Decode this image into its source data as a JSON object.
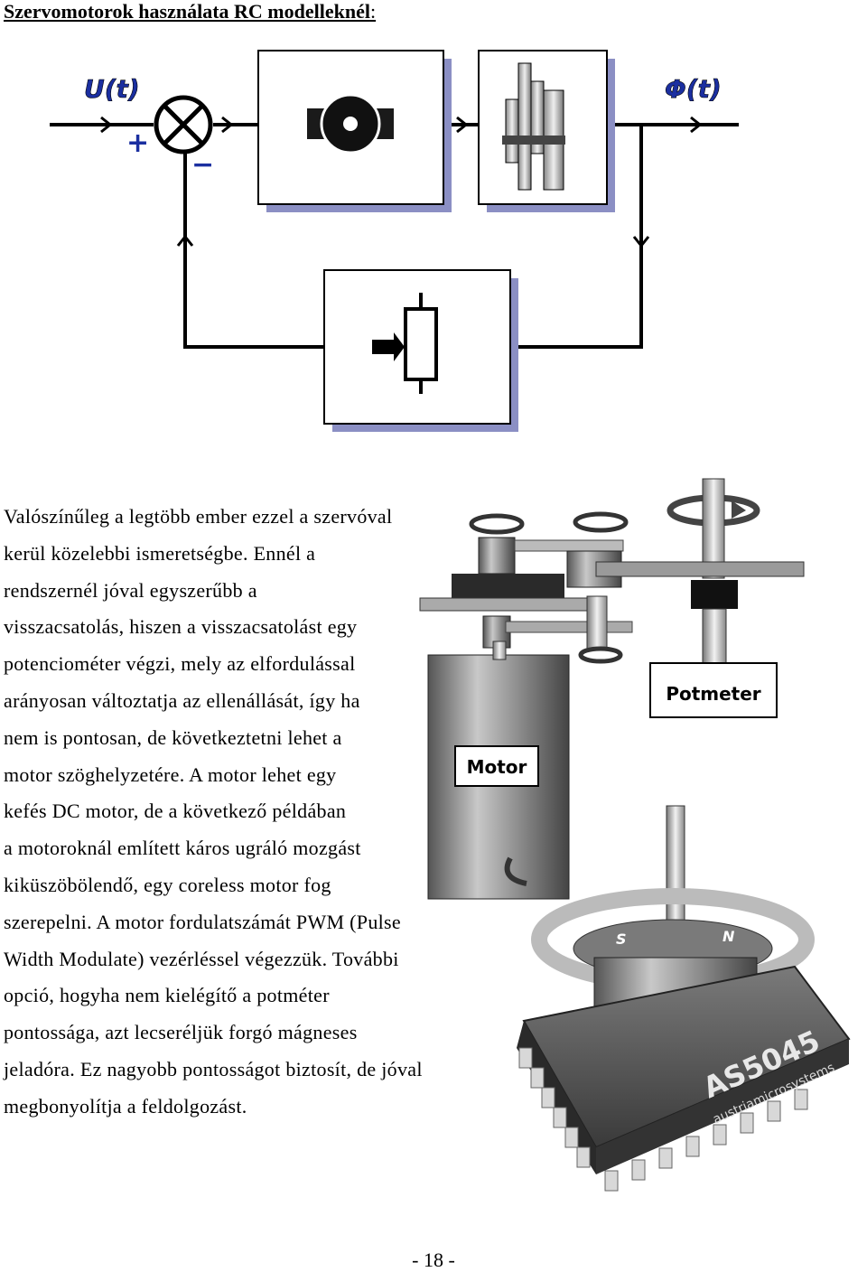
{
  "heading": {
    "title": "Szervomotorok használata RC modelleknél",
    "colon": ":"
  },
  "diagram": {
    "input_label": "U(t)",
    "output_label": "Φ(t)",
    "plus_sign": "+",
    "minus_sign": "−"
  },
  "body_lines": [
    "Valószínűleg a legtöbb ember ezzel a szervóval",
    "kerül közelebbi ismeretségbe. Ennél a",
    "rendszernél jóval egyszerűbb a",
    "visszacsatolás, hiszen a visszacsatolást egy",
    "potenciométer végzi, mely az elfordulással",
    "arányosan változtatja az ellenállását, így ha",
    "nem is pontosan, de következtetni lehet a",
    "motor szöghelyzetére. A motor lehet egy",
    "kefés DC motor, de a következő példában",
    "a motoroknál említett káros ugráló mozgást",
    "kiküszöbölendő, egy coreless motor fog",
    "szerepelni. A motor fordulatszámát PWM (Pulse",
    "Width Modulate) vezérléssel végezzük. További",
    "opció, hogyha nem kielégítő a potméter",
    "pontossága, azt lecseréljük forgó mágneses",
    "jeladóra. Ez nagyobb pontosságot biztosít, de jóval",
    "megbonyolítja a feldolgozást."
  ],
  "illustration": {
    "motor_label": "Motor",
    "potmeter_label": "Potmeter",
    "chip_name": "AS5045",
    "chip_maker": "austriamicrosystems",
    "magnet_s": "S",
    "magnet_n": "N"
  },
  "page_number": "- 18 -"
}
